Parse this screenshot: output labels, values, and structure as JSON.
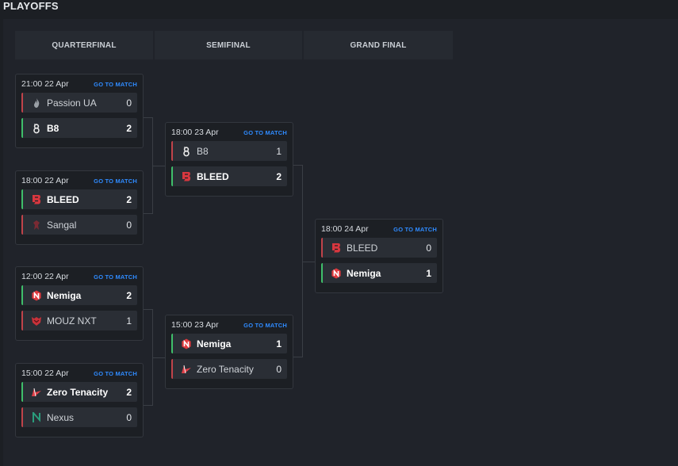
{
  "page": {
    "title": "PLAYOFFS"
  },
  "columns": [
    "QUARTERFINAL",
    "SEMIFINAL",
    "GRAND FINAL"
  ],
  "goto_label": "GO TO MATCH",
  "colors": {
    "win": "#3fbf6a",
    "loss": "#c0434a",
    "link": "#2f8bff"
  },
  "matches": {
    "qf1": {
      "time": "21:00",
      "date": "22 Apr",
      "teams": [
        {
          "name": "Passion UA",
          "score": "0",
          "logo": "flame-icon"
        },
        {
          "name": "B8",
          "score": "2",
          "logo": "b8-icon"
        }
      ]
    },
    "qf2": {
      "time": "18:00",
      "date": "22 Apr",
      "teams": [
        {
          "name": "BLEED",
          "score": "2",
          "logo": "bleed-icon"
        },
        {
          "name": "Sangal",
          "score": "0",
          "logo": "sangal-icon"
        }
      ]
    },
    "qf3": {
      "time": "12:00",
      "date": "22 Apr",
      "teams": [
        {
          "name": "Nemiga",
          "score": "2",
          "logo": "nemiga-icon"
        },
        {
          "name": "MOUZ NXT",
          "score": "1",
          "logo": "mouz-icon"
        }
      ]
    },
    "qf4": {
      "time": "15:00",
      "date": "22 Apr",
      "teams": [
        {
          "name": "Zero Tenacity",
          "score": "2",
          "logo": "zero-tenacity-icon"
        },
        {
          "name": "Nexus",
          "score": "0",
          "logo": "nexus-icon"
        }
      ]
    },
    "sf1": {
      "time": "18:00",
      "date": "23 Apr",
      "teams": [
        {
          "name": "B8",
          "score": "1",
          "logo": "b8-icon"
        },
        {
          "name": "BLEED",
          "score": "2",
          "logo": "bleed-icon"
        }
      ]
    },
    "sf2": {
      "time": "15:00",
      "date": "23 Apr",
      "teams": [
        {
          "name": "Nemiga",
          "score": "1",
          "logo": "nemiga-icon"
        },
        {
          "name": "Zero Tenacity",
          "score": "0",
          "logo": "zero-tenacity-icon"
        }
      ]
    },
    "gf": {
      "time": "18:00",
      "date": "24 Apr",
      "teams": [
        {
          "name": "BLEED",
          "score": "0",
          "logo": "bleed-icon"
        },
        {
          "name": "Nemiga",
          "score": "1",
          "logo": "nemiga-icon"
        }
      ]
    }
  }
}
